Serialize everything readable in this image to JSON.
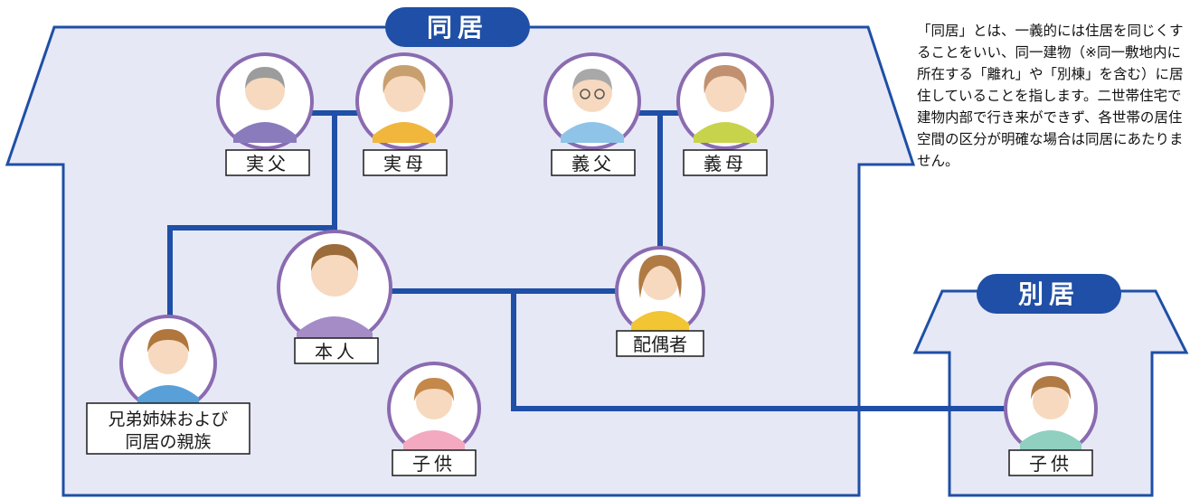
{
  "colors": {
    "house_fill": "#e6e8f6",
    "house_stroke": "#1f4fa6",
    "line": "#1f4fa6",
    "pill": "#1f4fa6",
    "avatar_ring": "#8a6bb0"
  },
  "houses": {
    "main_title": "同居",
    "separate_title": "別居"
  },
  "people": {
    "father": "実父",
    "mother": "実母",
    "father_in_law": "義父",
    "mother_in_law": "義母",
    "self": "本人",
    "spouse": "配偶者",
    "siblings_line1": "兄弟姉妹および",
    "siblings_line2": "同居の親族",
    "child": "子供",
    "child_separate": "子供"
  },
  "description": "「同居」とは、一義的には住居を同じくすることをいい、同一建物（※同一敷地内に所在する「離れ」や「別棟」を含む）に居住していることを指します。二世帯住宅で建物内部で行き来ができず、各世帯の居住空間の区分が明確な場合は同居にあたりません。"
}
